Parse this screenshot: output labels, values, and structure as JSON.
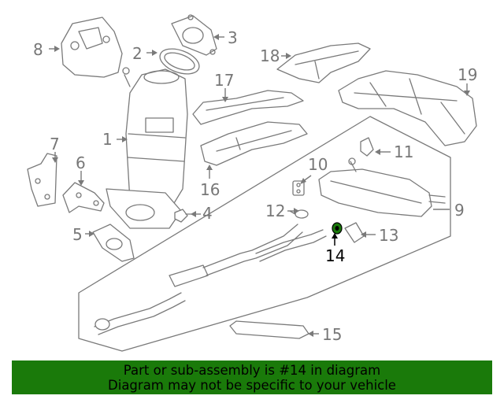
{
  "diagram": {
    "highlighted_part": "14",
    "highlight_color": "#1a7a0a",
    "callouts": [
      "1",
      "2",
      "3",
      "4",
      "5",
      "6",
      "7",
      "8",
      "9",
      "10",
      "11",
      "12",
      "13",
      "14",
      "15",
      "16",
      "17",
      "18",
      "19"
    ]
  },
  "banner": {
    "line1": "Part or sub-assembly is #14 in diagram",
    "line2": "Diagram may not be specific to your vehicle",
    "background": "#1a7a0a"
  }
}
